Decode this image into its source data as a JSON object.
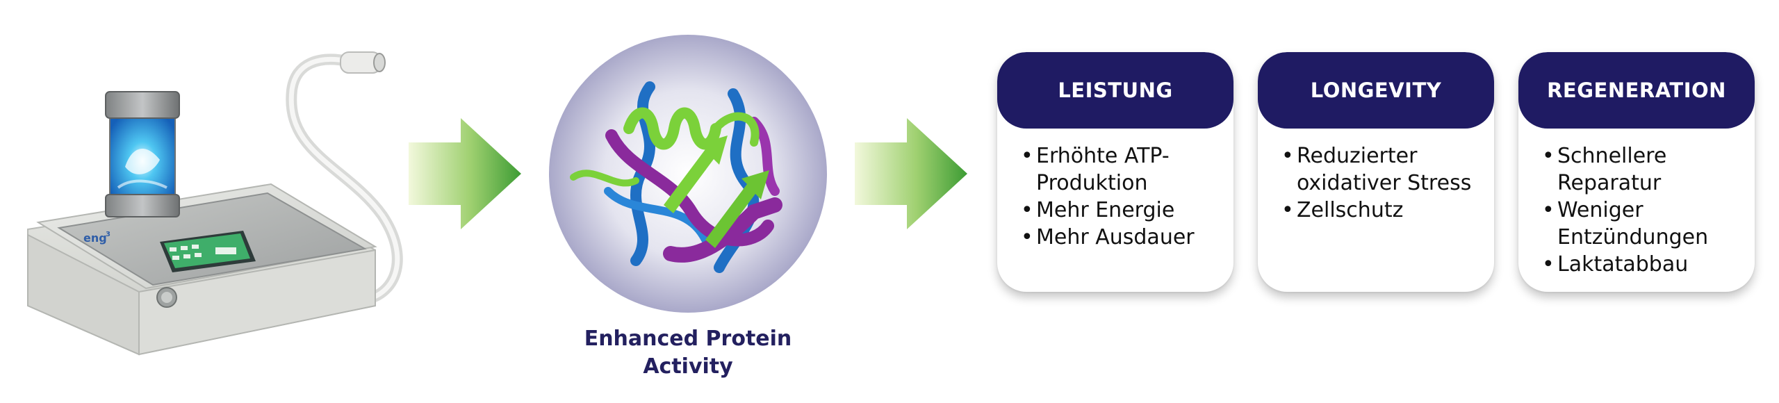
{
  "device": {
    "brand_label": "eng",
    "brand_superscript": "3",
    "icon": "medical-device-icon"
  },
  "flow_arrows": {
    "icon": "arrow-right-icon",
    "colors": [
      "#eef6d6",
      "#4aa63a"
    ]
  },
  "protein": {
    "icon": "protein-structure-icon",
    "caption_line_1": "Enhanced Protein",
    "caption_line_2": "Activity",
    "caption_color": "#23205f"
  },
  "cards": [
    {
      "title": "LEISTUNG",
      "items": [
        "Erhöhte ATP-Produktion",
        "Mehr Energie",
        "Mehr Ausdauer"
      ]
    },
    {
      "title": "LONGEVITY",
      "items": [
        "Reduzierter oxidativer Stress",
        "Zellschutz"
      ]
    },
    {
      "title": "REGENERATION",
      "items": [
        "Schnellere Reparatur",
        "Weniger Entzündungen",
        "Laktatabbau"
      ]
    }
  ],
  "colors": {
    "header_bg": "#1f1b63",
    "header_text": "#ffffff",
    "green_light": "#eef6d6",
    "green_dark": "#4aa63a",
    "protein_green": "#7bd13a",
    "protein_purple": "#8a2a9c",
    "protein_blue": "#1f6fc4"
  }
}
